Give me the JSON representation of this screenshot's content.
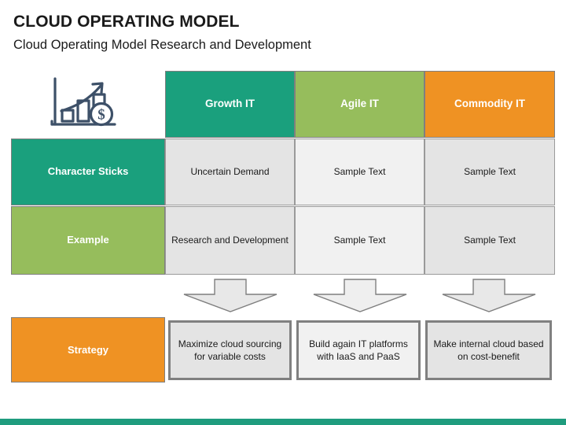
{
  "slide": {
    "title": "CLOUD OPERATING MODEL",
    "subtitle": "Cloud Operating Model Research and Development"
  },
  "icon": {
    "name": "growth-chart-dollar-icon",
    "color": "#3d5068"
  },
  "colors": {
    "teal": "#1aa07d",
    "green": "#96bd5c",
    "orange": "#ef9223",
    "cell_gray_dark": "#e4e4e4",
    "cell_gray_light": "#f1f1f1",
    "border_gray": "#808080",
    "arrow_fill": "#e8e8e8",
    "arrow_stroke": "#7f7f7f",
    "bottom_bar": "#1f9c7e"
  },
  "matrix": {
    "columns": [
      {
        "label": "Growth IT",
        "color": "#1aa07d"
      },
      {
        "label": "Agile IT",
        "color": "#96bd5c"
      },
      {
        "label": "Commodity IT",
        "color": "#ef9223"
      }
    ],
    "rows": [
      {
        "label": "Character Sticks",
        "label_color": "#1aa07d",
        "cells": [
          "Uncertain Demand",
          "Sample Text",
          "Sample Text"
        ]
      },
      {
        "label": "Example",
        "label_color": "#96bd5c",
        "cells": [
          "Research and Development",
          "Sample Text",
          "Sample Text"
        ]
      }
    ]
  },
  "arrows": [
    {
      "name": "down-arrow-growth"
    },
    {
      "name": "down-arrow-agile"
    },
    {
      "name": "down-arrow-commodity"
    }
  ],
  "strategy": {
    "label": "Strategy",
    "label_color": "#ef9223",
    "boxes": [
      "Maximize cloud sourcing for variable costs",
      "Build again IT platforms with IaaS and PaaS",
      "Make internal cloud based on cost-benefit"
    ]
  }
}
